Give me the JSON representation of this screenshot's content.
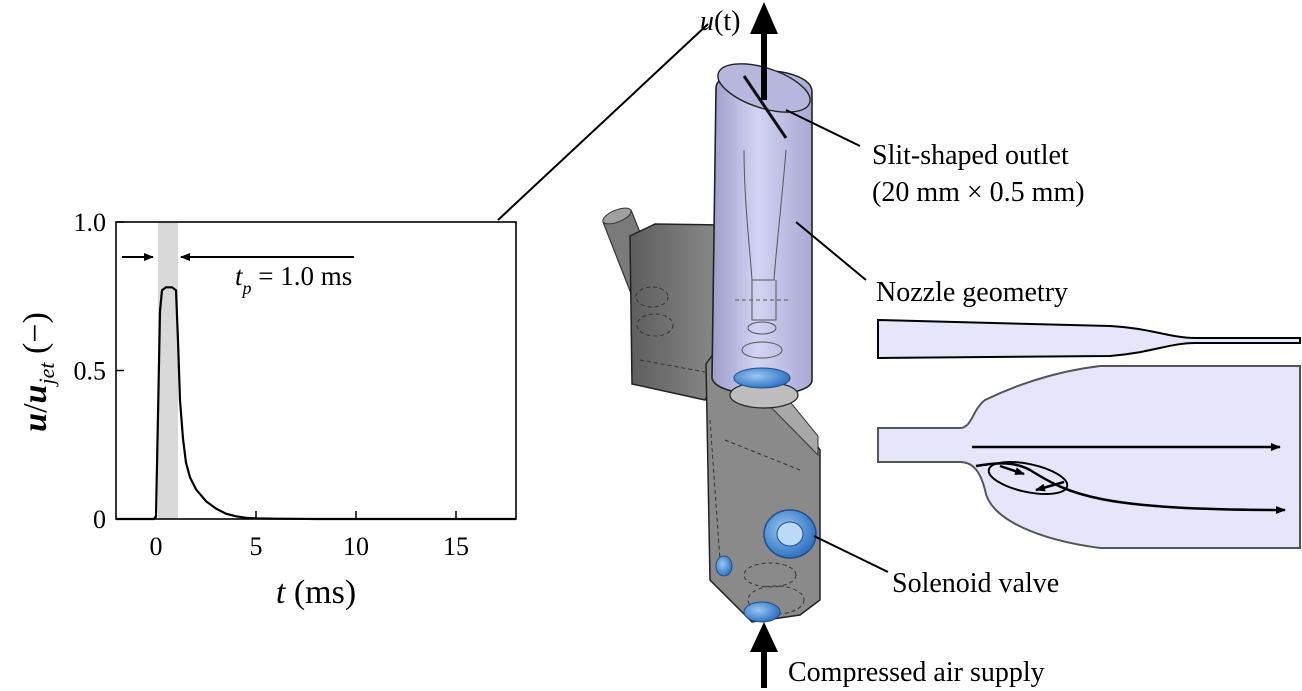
{
  "chart_data": {
    "type": "line",
    "x_label_var": "t",
    "x_label_unit": " (ms)",
    "y_label_num": "u",
    "y_label_slash": "/",
    "y_label_den": "u",
    "y_label_sub": "jet",
    "y_label_unit": " (−)",
    "xlim": [
      -2,
      18
    ],
    "ylim": [
      0,
      1.0
    ],
    "x_ticks": [
      0,
      5,
      10,
      15
    ],
    "x_tick_labels": [
      "0",
      "5",
      "10",
      "15"
    ],
    "y_ticks": [
      0,
      0.5,
      1.0
    ],
    "y_tick_labels": [
      "0",
      "0.5",
      "1.0"
    ],
    "pulse_shading": [
      0.1,
      1.1
    ],
    "annotation_var": "t",
    "annotation_sub": "p",
    "annotation_rest": " = 1.0 ms",
    "series": [
      {
        "x": [
          -2,
          -0.1,
          0.0,
          0.1,
          0.2,
          0.3,
          0.5,
          0.8,
          1.0,
          1.1,
          1.2,
          1.35,
          1.5,
          1.7,
          2.0,
          2.5,
          3.0,
          3.5,
          4.0,
          4.5,
          5.0,
          6.0,
          8.0,
          18.0
        ],
        "y": [
          0,
          0,
          0.01,
          0.35,
          0.7,
          0.77,
          0.78,
          0.78,
          0.77,
          0.6,
          0.4,
          0.27,
          0.19,
          0.14,
          0.1,
          0.06,
          0.035,
          0.018,
          0.009,
          0.004,
          0.002,
          0.001,
          0,
          0
        ]
      }
    ]
  },
  "labels": {
    "velocity_var": "u",
    "velocity_rest": "(t)",
    "slit_outlet_line1": "Slit-shaped outlet",
    "slit_outlet_line2": "(20 mm × 0.5 mm)",
    "nozzle_geometry": "Nozzle geometry",
    "solenoid_valve": "Solenoid valve",
    "air_supply": "Compressed air supply"
  },
  "colors": {
    "nozzle_fill": "#c8c8ea",
    "profile_fill": "#e6e6fa",
    "valve_body": "#7f7f7f",
    "valve_fitting_blue": "#3d86d8",
    "pulse_shading": "#d9d9d9"
  }
}
